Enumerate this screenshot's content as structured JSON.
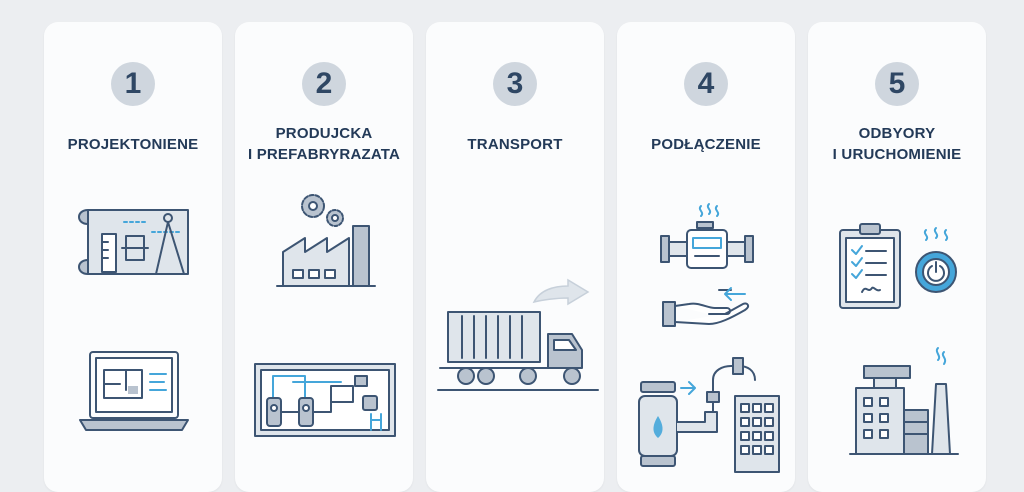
{
  "steps": [
    {
      "number": "1",
      "title_lines": [
        "PROJEKTONIENE"
      ],
      "icons": [
        "blueprint-icon",
        "laptop-schematic-icon"
      ]
    },
    {
      "number": "2",
      "title_lines": [
        "PRODUJCKA",
        "I PREFABRYRAZATA"
      ],
      "icons": [
        "factory-gears-icon",
        "prefab-module-icon"
      ]
    },
    {
      "number": "3",
      "title_lines": [
        "TRANSPORT"
      ],
      "icons": [
        "container-truck-icon"
      ]
    },
    {
      "number": "4",
      "title_lines": [
        "PODŁĄCZENIE"
      ],
      "icons": [
        "gas-meter-icon",
        "hand-connection-icon",
        "pipeline-building-icon"
      ]
    },
    {
      "number": "5",
      "title_lines": [
        "ODBYORY",
        "I URUCHOMIENIE"
      ],
      "icons": [
        "checklist-clipboard-icon",
        "power-button-icon",
        "industrial-plant-icon"
      ]
    }
  ],
  "colors": {
    "navy": "#3d5573",
    "accent": "#45a6da",
    "card": "#fbfcfd",
    "background": "#eceef1"
  }
}
